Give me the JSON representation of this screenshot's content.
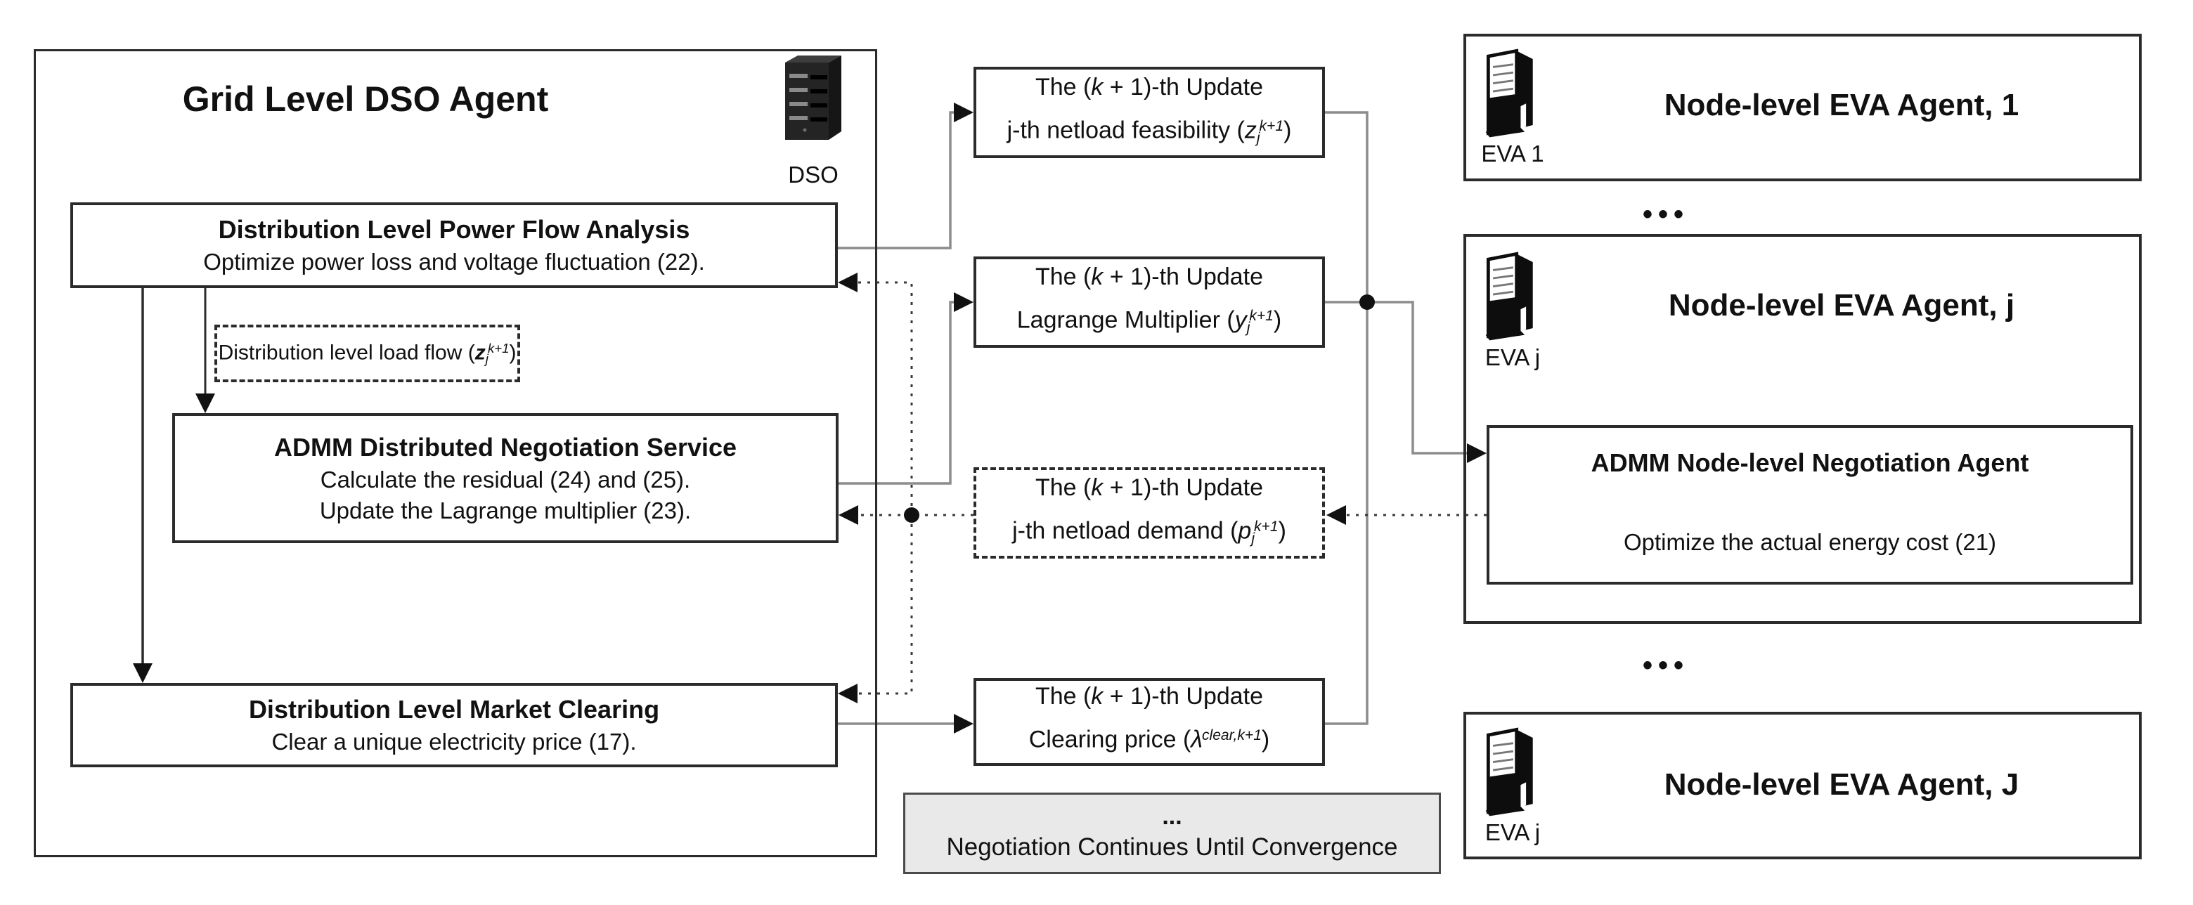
{
  "diagram": {
    "dso": {
      "title": "Grid Level DSO Agent",
      "server_label": "DSO",
      "power_flow": {
        "title": "Distribution Level Power Flow Analysis",
        "desc": "Optimize power loss and voltage fluctuation (22)."
      },
      "load_flow": {
        "pre": "Distribution level load flow (",
        "var": "z",
        "sub": "j",
        "sup": "k+1",
        "post": ")"
      },
      "admm_service": {
        "title": "ADMM Distributed Negotiation Service",
        "desc1": "Calculate the residual (24) and (25).",
        "desc2": "Update the Lagrange multiplier (23)."
      },
      "market_clearing": {
        "title": "Distribution Level Market Clearing",
        "desc": "Clear a unique electricity price (17)."
      }
    },
    "updates": [
      {
        "l1pre": "The (",
        "l1var": "k",
        "l1post": " + 1)-th Update",
        "l2pre": "j-th netload feasibility (",
        "l2var": "z",
        "l2sub": "j",
        "l2sup": "k+1",
        "l2post": ")"
      },
      {
        "l1pre": "The (",
        "l1var": "k",
        "l1post": " + 1)-th Update",
        "l2pre": "Lagrange Multiplier (",
        "l2var": "y",
        "l2sub": "j",
        "l2sup": "k+1",
        "l2post": ")"
      },
      {
        "l1pre": "The (",
        "l1var": "k",
        "l1post": " + 1)-th Update",
        "l2pre": "j-th netload demand (",
        "l2var": "p",
        "l2sub": "j",
        "l2sup": "k+1",
        "l2post": ")"
      },
      {
        "l1pre": "The (",
        "l1var": "k",
        "l1post": " + 1)-th Update",
        "l2pre": "Clearing price (",
        "l2var": "λ",
        "l2sub": "",
        "l2sup": "clear,k+1",
        "l2post": ")"
      }
    ],
    "convergence": {
      "dots": "...",
      "label": "Negotiation Continues Until Convergence"
    },
    "eva": {
      "separator_dots": "•••",
      "agent1": {
        "title": "Node-level EVA Agent, 1",
        "server_label": "EVA 1"
      },
      "agentj": {
        "title": "Node-level EVA Agent, j",
        "server_label": "EVA j",
        "inner": {
          "title": "ADMM Node-level Negotiation Agent",
          "desc": "Optimize the actual energy cost (21)"
        }
      },
      "agentJ": {
        "title": "Node-level EVA Agent, J",
        "server_label": "EVA j"
      }
    },
    "colors": {
      "line_gray": "#8c8c8c",
      "line_dark": "#2b2b2b",
      "box_border": "#2b2b2b",
      "convergence_bg": "#e9e9e9",
      "text": "#111111"
    }
  }
}
